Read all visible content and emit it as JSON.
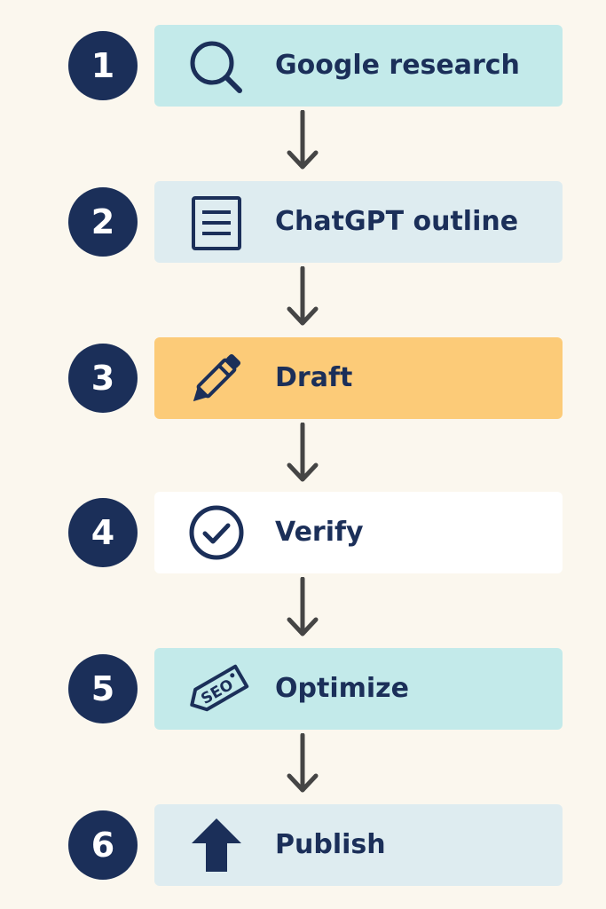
{
  "steps": [
    {
      "number": "1",
      "label": "Google research",
      "icon": "magnifier-icon",
      "color": "#c3eaea"
    },
    {
      "number": "2",
      "label": "ChatGPT outline",
      "icon": "document-icon",
      "color": "#deecf0"
    },
    {
      "number": "3",
      "label": "Draft",
      "icon": "pencil-icon",
      "color": "#fccb78"
    },
    {
      "number": "4",
      "label": "Verify",
      "icon": "check-circle-icon",
      "color": "#ffffff"
    },
    {
      "number": "5",
      "label": "Optimize",
      "icon": "seo-tag-icon",
      "color": "#c3eaea"
    },
    {
      "number": "6",
      "label": "Publish",
      "icon": "upload-arrow-icon",
      "color": "#deecf0"
    }
  ],
  "seo_tag_text": "SEO"
}
